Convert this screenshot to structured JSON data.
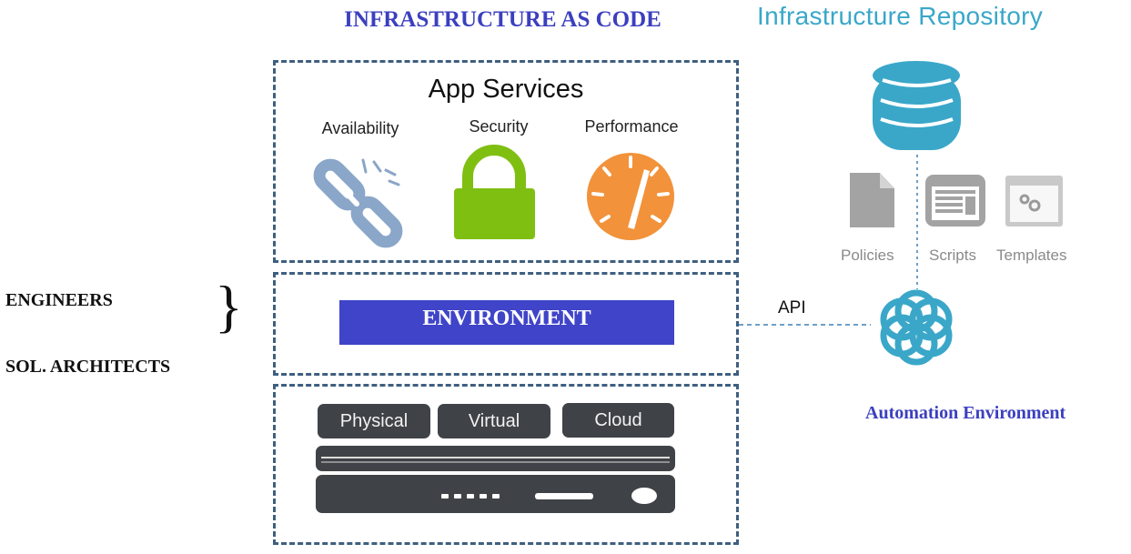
{
  "header": {
    "iac_title": "INFRASTRUCTURE AS CODE",
    "repo_title": "Infrastructure Repository"
  },
  "app_services": {
    "heading": "App Services",
    "items": [
      {
        "label": "Availability",
        "icon": "broken-chain-icon",
        "color": "#8aa6c8"
      },
      {
        "label": "Security",
        "icon": "padlock-icon",
        "color": "#7fbf12"
      },
      {
        "label": "Performance",
        "icon": "speedometer-icon",
        "color": "#f2923a"
      }
    ]
  },
  "environment": {
    "label": "ENVIRONMENT",
    "color": "#3f44c9"
  },
  "infrastructure": {
    "types": [
      "Physical",
      "Virtual",
      "Cloud"
    ]
  },
  "roles": {
    "engineers": "ENGINEERS",
    "brace": "}",
    "sol_architects": "SOL. ARCHITECTS"
  },
  "repository": {
    "icon": "database-icon",
    "color": "#3aa7c9",
    "items": [
      {
        "label": "Policies",
        "icon": "document-icon"
      },
      {
        "label": "Scripts",
        "icon": "script-window-icon"
      },
      {
        "label": "Templates",
        "icon": "template-window-icon"
      }
    ]
  },
  "automation": {
    "api_label": "API",
    "label": "Automation Environment",
    "icon": "flower-network-icon"
  }
}
